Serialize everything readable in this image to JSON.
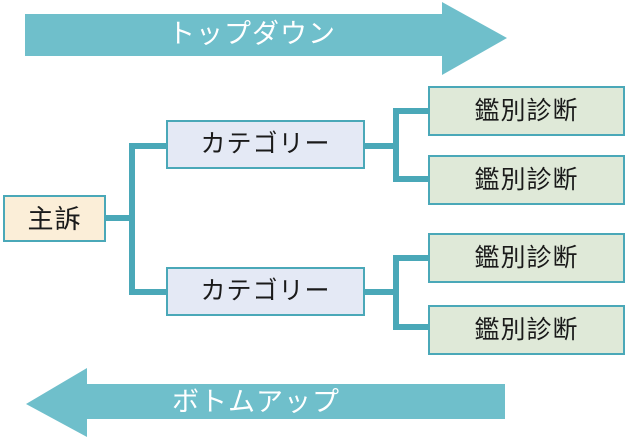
{
  "diagram": {
    "title_top_arrow": "トップダウン",
    "title_bottom_arrow": "ボトムアップ",
    "colors": {
      "arrow_fill": "#6fbfcb",
      "connector": "#4aa8b8",
      "border": "#4aa8b8",
      "complaint_fill": "#fbeed8",
      "category_fill": "#e4e9f5",
      "diagnosis_fill": "#dfe9d8",
      "arrow_label_text": "#ffffff",
      "node_text": "#1a1a1a",
      "background": "#ffffff"
    },
    "arrows": [
      {
        "name": "top-down-arrow",
        "label": "トップダウン",
        "direction": "right"
      },
      {
        "name": "bottom-up-arrow",
        "label": "ボトムアップ",
        "direction": "left"
      }
    ],
    "root": {
      "label": "主訴"
    },
    "categories": [
      {
        "label": "カテゴリー",
        "diagnoses": [
          {
            "label": "鑑別診断"
          },
          {
            "label": "鑑別診断"
          }
        ]
      },
      {
        "label": "カテゴリー",
        "diagnoses": [
          {
            "label": "鑑別診断"
          },
          {
            "label": "鑑別診断"
          }
        ]
      }
    ]
  }
}
